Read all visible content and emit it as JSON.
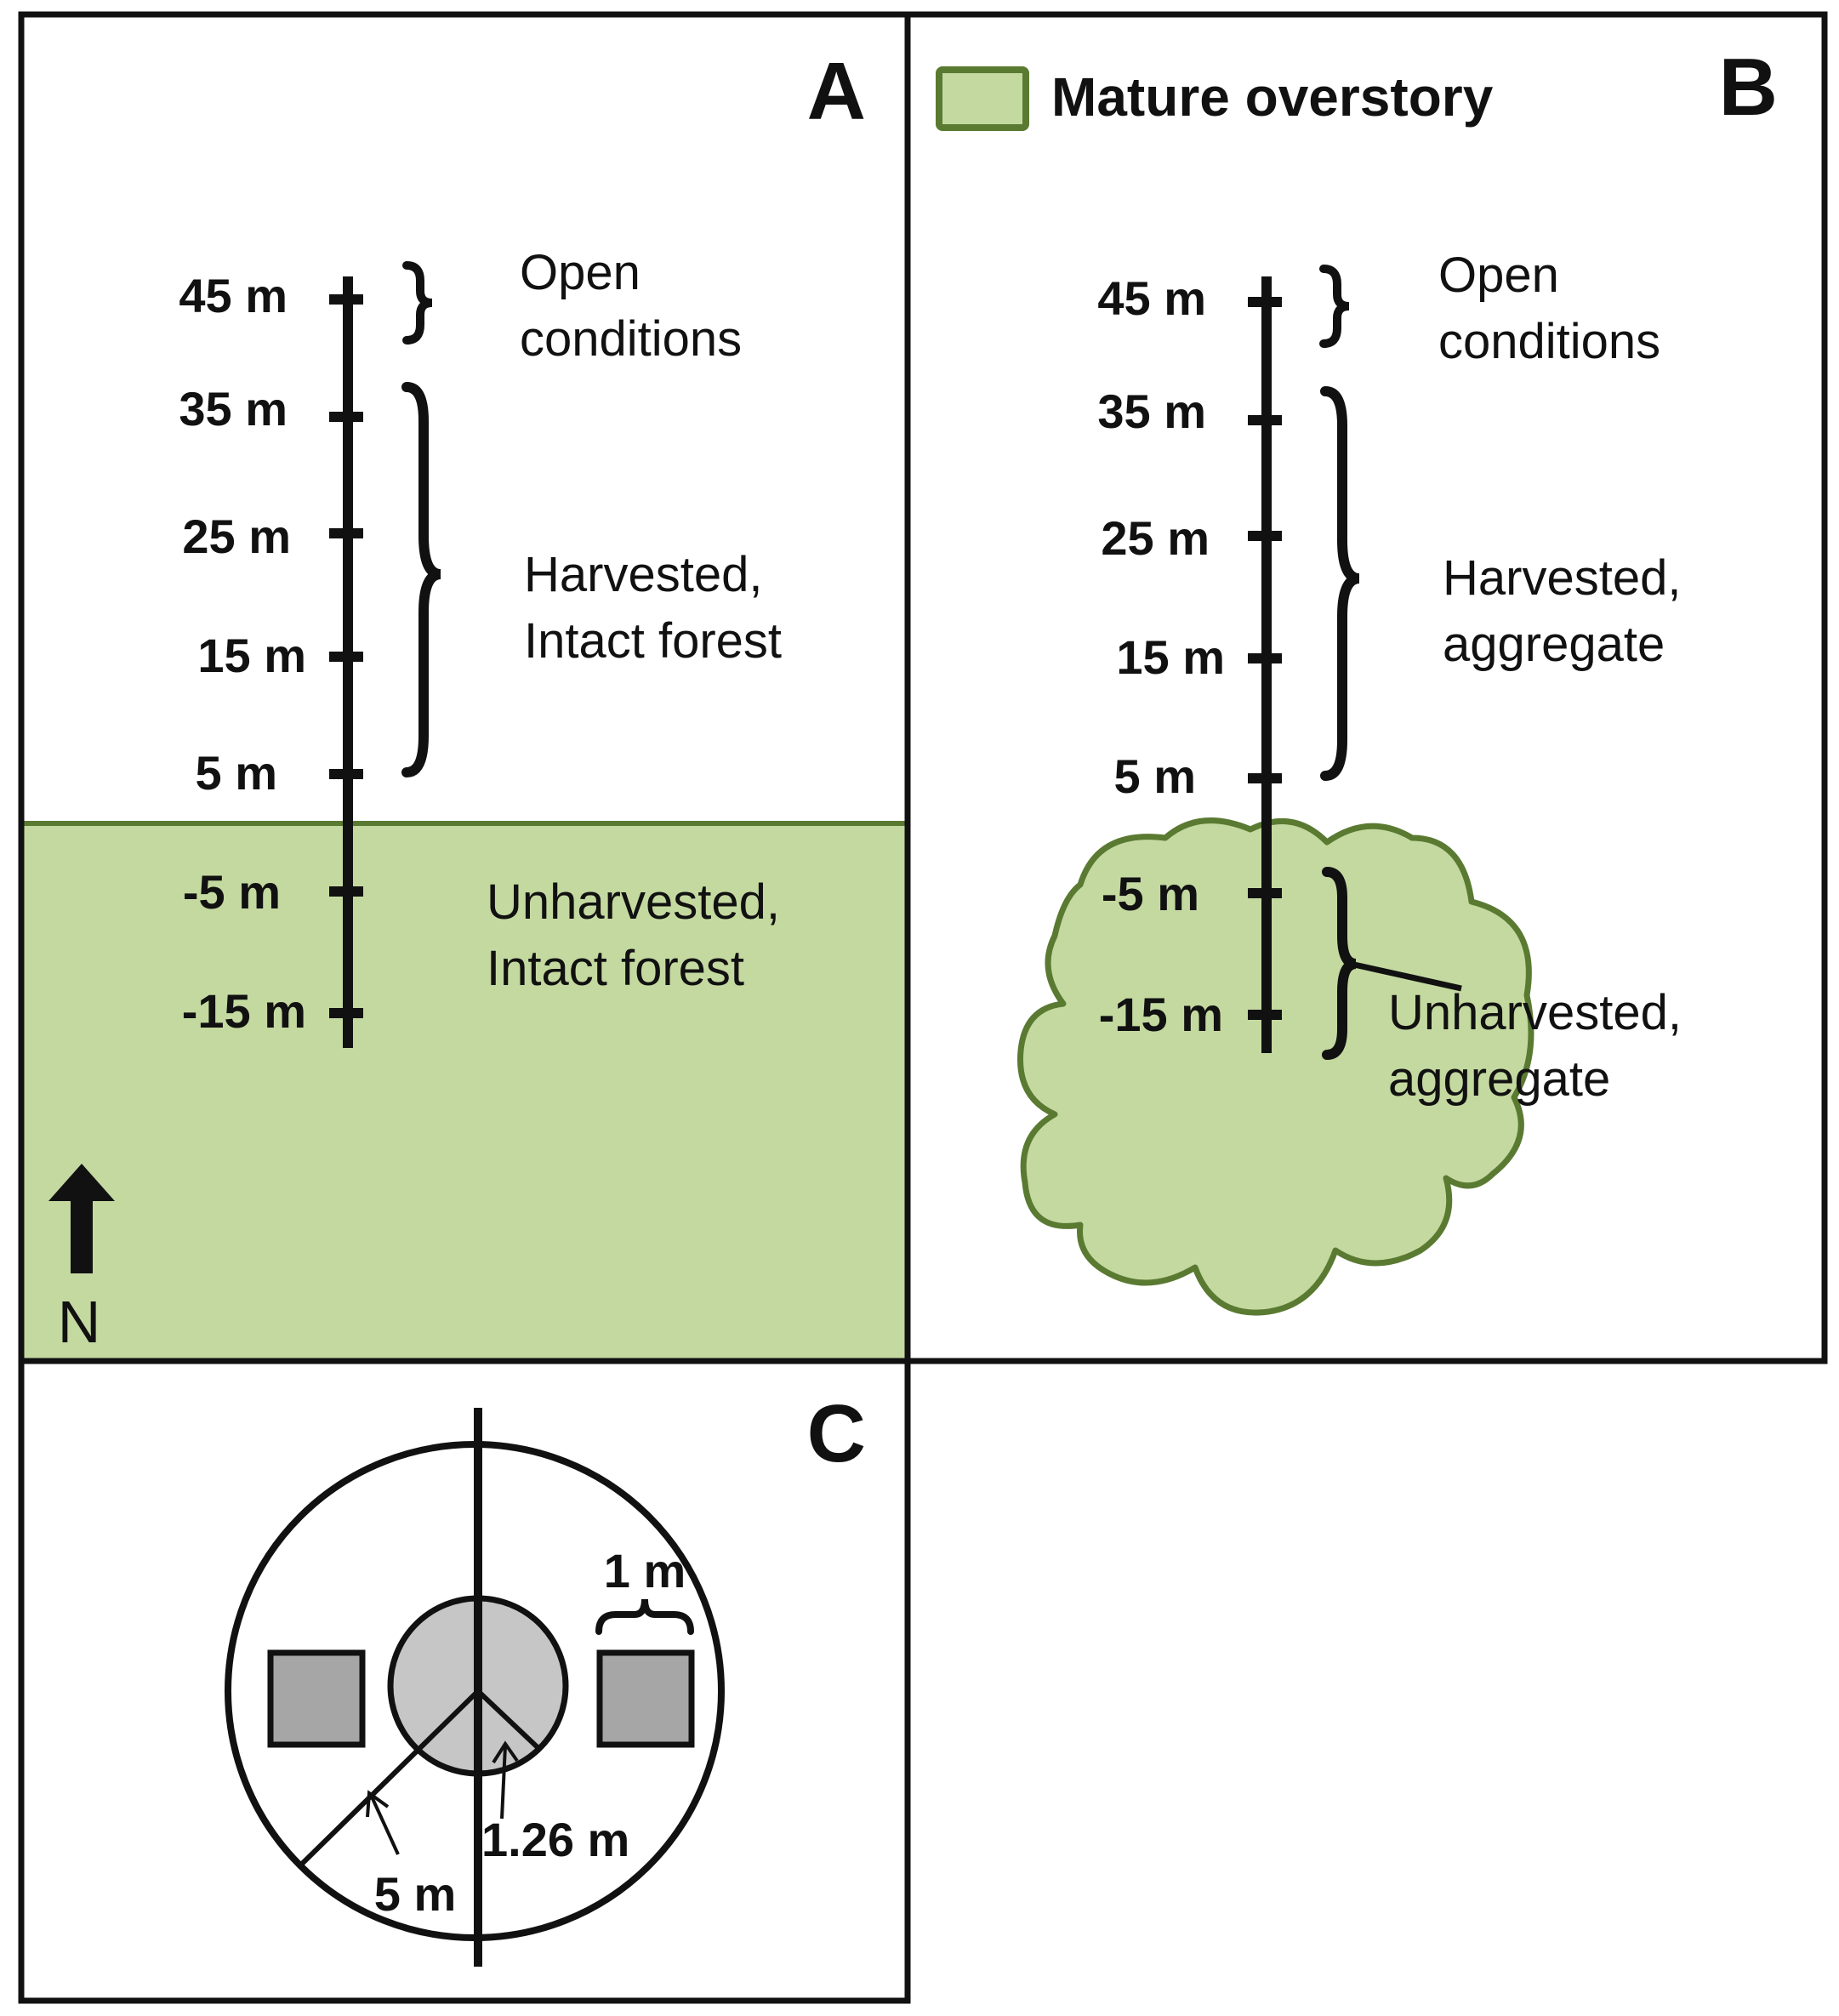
{
  "panel_a": {
    "letter": "A",
    "ticks": [
      "45 m",
      "35 m",
      "25 m",
      "15 m",
      "5 m",
      "-5 m",
      "-15 m"
    ],
    "open_line1": "Open",
    "open_line2": "conditions",
    "harvested_line1": "Harvested,",
    "harvested_line2": "Intact forest",
    "unharvested_line1": "Unharvested,",
    "unharvested_line2": "Intact forest",
    "north_label": "N"
  },
  "panel_b": {
    "letter": "B",
    "legend_label": "Mature overstory",
    "ticks": [
      "45 m",
      "35 m",
      "25 m",
      "15 m",
      "5 m",
      "-5 m",
      "-15 m"
    ],
    "open_line1": "Open",
    "open_line2": "conditions",
    "harvested_line1": "Harvested,",
    "harvested_line2": "aggregate",
    "unharvested_line1": "Unharvested,",
    "unharvested_line2": "aggregate"
  },
  "panel_c": {
    "letter": "C",
    "quadrat_width_label": "1 m",
    "inner_radius_label": "1.26 m",
    "outer_radius_label": "5 m"
  },
  "colors": {
    "forest_fill": "#c4d9a0",
    "forest_stroke": "#5a7a32",
    "gray_dark": "#a6a6a6",
    "gray_light": "#c6c6c6",
    "ink": "#111111"
  }
}
